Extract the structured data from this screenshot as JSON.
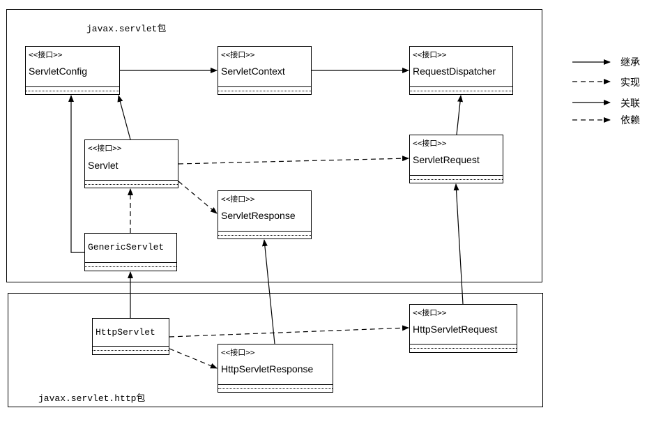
{
  "packages": {
    "servlet": "javax.servlet包",
    "http": "javax.servlet.http包"
  },
  "stereotype": "<<接口>>",
  "classes": {
    "servlet_config": "ServletConfig",
    "servlet_context": "ServletContext",
    "request_dispatcher": "RequestDispatcher",
    "servlet": "Servlet",
    "servlet_request": "ServletRequest",
    "servlet_response": "ServletResponse",
    "generic_servlet": "GenericServlet",
    "http_servlet": "HttpServlet",
    "http_servlet_request": "HttpServletRequest",
    "http_servlet_response": "HttpServletResponse"
  },
  "legend": {
    "inherit": "继承",
    "implement": "实现",
    "association": "关联",
    "dependency": "依赖"
  }
}
